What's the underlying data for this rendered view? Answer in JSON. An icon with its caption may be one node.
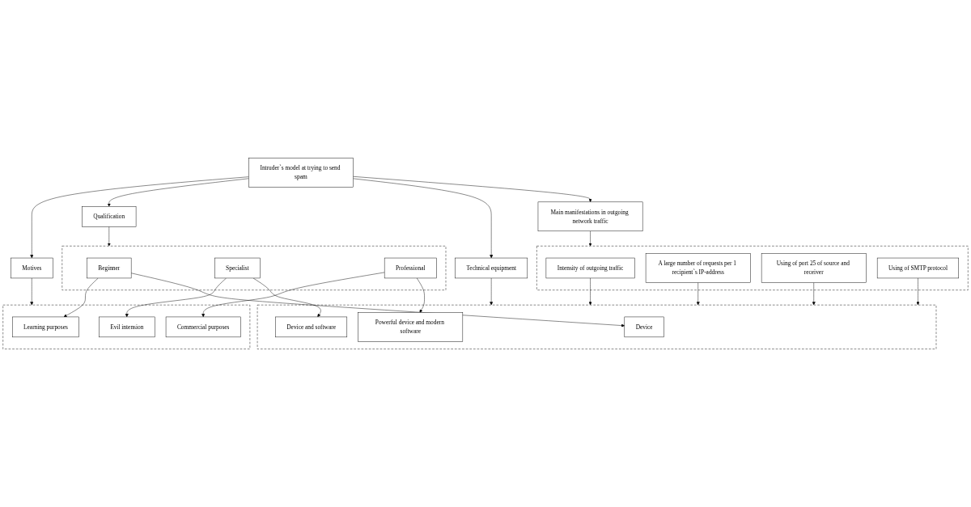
{
  "diagram": {
    "nodes": [
      {
        "text": [
          "Intruder`s model at trying to send spam"
        ]
      },
      {
        "text": [
          "Motives"
        ]
      },
      {
        "text": [
          "Qualification"
        ]
      },
      {
        "text": [
          "Technical equipment"
        ]
      },
      {
        "text": [
          "Main manifestations in outgoing network traffic"
        ]
      },
      {
        "text": [],
        "shape": "box"
      },
      {
        "text": [
          "Learning purposes"
        ],
        "in": 5
      },
      {
        "text": [
          "Evil intension"
        ],
        "in": 5
      },
      {
        "text": [
          "Commercial purposes"
        ],
        "in": 5
      },
      {
        "text": [],
        "shape": "box"
      },
      {
        "text": [
          "Beginner"
        ],
        "in": 9
      },
      {
        "text": [
          "Specialist"
        ],
        "in": 9
      },
      {
        "text": [
          "Professional"
        ],
        "in": 9
      },
      {
        "text": [],
        "shape": "box"
      },
      {
        "text": [
          "Device"
        ],
        "in": 13
      },
      {
        "text": [
          "Device and software"
        ],
        "in": 13
      },
      {
        "text": [
          "Powerful device and modern software"
        ],
        "in": 13
      },
      {
        "text": [],
        "shape": "box"
      },
      {
        "text": [
          "Intensity of outgoing traffic"
        ],
        "in": 17
      },
      {
        "text": [
          "A large number of requests per 1 recipient`s IP-address"
        ],
        "in": 17
      },
      {
        "text": [
          "Using of port 25 of source and receiver"
        ],
        "in": 17
      },
      {
        "text": [
          "Using of SMTP protocol"
        ],
        "in": 17
      }
    ],
    "edges": [
      {
        "from": 0,
        "to": 1,
        "arrow": "to"
      },
      {
        "from": 0,
        "to": 2,
        "arrow": "to"
      },
      {
        "from": 0,
        "to": 3,
        "arrow": "to"
      },
      {
        "from": 0,
        "to": 4,
        "arrow": "to"
      },
      {
        "from": 1,
        "to": 5,
        "arrow": "to"
      },
      {
        "from": 2,
        "to": 9,
        "arrow": "to"
      },
      {
        "from": 3,
        "to": 13,
        "arrow": "to"
      },
      {
        "from": 4,
        "to": 17,
        "arrow": "to"
      },
      {
        "from": 10,
        "to": 6,
        "arrow": "to"
      },
      {
        "from": 10,
        "to": 14,
        "arrow": "to"
      },
      {
        "from": 11,
        "to": 7,
        "arrow": "to"
      },
      {
        "from": 11,
        "to": 15,
        "arrow": "to"
      },
      {
        "from": 12,
        "to": 8,
        "arrow": "to"
      },
      {
        "from": 12,
        "to": 16,
        "arrow": "to"
      },
      {
        "from": 18,
        "to": 13,
        "arrow": "to"
      },
      {
        "from": 19,
        "to": 13,
        "arrow": "to"
      },
      {
        "from": 20,
        "to": 13,
        "arrow": "to"
      },
      {
        "from": 21,
        "to": 13,
        "arrow": "to"
      }
    ]
  }
}
